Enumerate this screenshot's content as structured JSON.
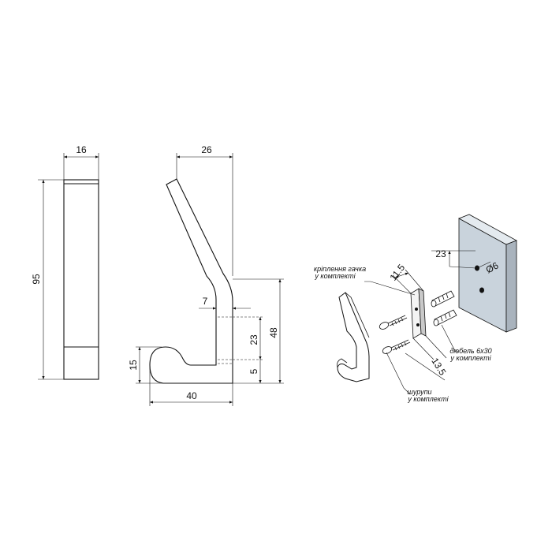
{
  "drawing": {
    "side_view": {
      "width_label": "16",
      "height_label": "95"
    },
    "front_view": {
      "top_offset_label": "26",
      "thickness_label": "7",
      "spacing_label": "23",
      "height_label": "48",
      "bottom_hole_label": "5",
      "hook_height_label": "15",
      "width_label": "40"
    },
    "mounting": {
      "bracket_thickness_label": "11.5",
      "bracket_depth_label": "13.5",
      "hole_spacing_label": "23",
      "hole_diameter_label": "Ø6",
      "bracket_note_line1": "кріплення гачка",
      "bracket_note_line2": "у комплекті",
      "screws_note_line1": "шурупи",
      "screws_note_line2": "у комплекті",
      "dowel_note_line1": "дюбель 6х30",
      "dowel_note_line2": "у комплекті"
    }
  },
  "colors": {
    "line": "#111111",
    "wall_front": "#c9d3dc",
    "wall_side": "#a9b3bd",
    "wall_top": "#e4eaef"
  }
}
